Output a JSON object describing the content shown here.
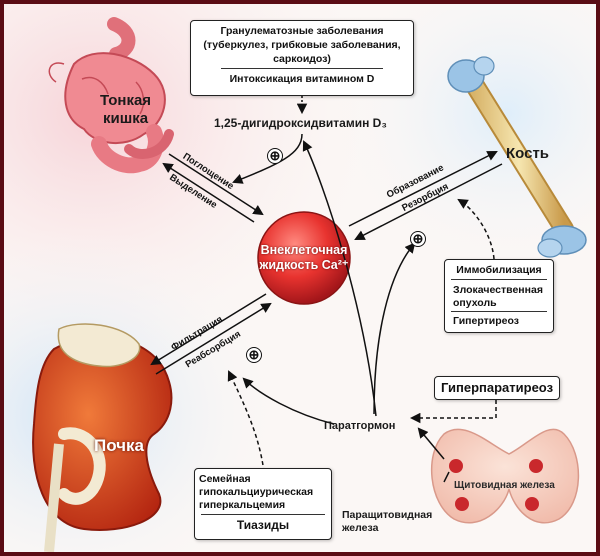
{
  "granuloma_box": {
    "line1": "Гранулематозные заболевания",
    "line2": "(туберкулез, грибковые заболевания,",
    "line3": "саркоидоз)",
    "line4": "Интоксикация витамином D"
  },
  "vitamin_d": "1,25-дигидроксидвитамин D₃",
  "intestine": {
    "line1": "Тонкая",
    "line2": "кишка"
  },
  "absorption": "Поглощение",
  "secretion": "Выделение",
  "center": {
    "line1": "Внеклеточная",
    "line2": "жидкость Ca²⁺"
  },
  "bone": "Кость",
  "formation": "Образование",
  "resorption": "Резорбция",
  "bone_box": {
    "line1": "Иммобилизация",
    "line2": "Злокачественная",
    "line3": "опухоль",
    "line4": "Гипертиреоз"
  },
  "filtration": "Фильтрация",
  "reabsorption": "Реабсорбция",
  "kidney": "Почка",
  "kidney_box": {
    "line1": "Семейная",
    "line2": "гипокальциурическая",
    "line3": "гиперкальцемия",
    "line4": "Тиазиды"
  },
  "hyperpara": "Гиперпаратиреоз",
  "pth": "Паратгормон",
  "thyroid": "Щитовидная железа",
  "parathyroid": {
    "line1": "Паращитовидная",
    "line2": "железа"
  },
  "plus_sign": "⊕",
  "colors": {
    "frame": "#5a0c14",
    "sphere": "#e8332f",
    "organ": "#d9401e"
  }
}
